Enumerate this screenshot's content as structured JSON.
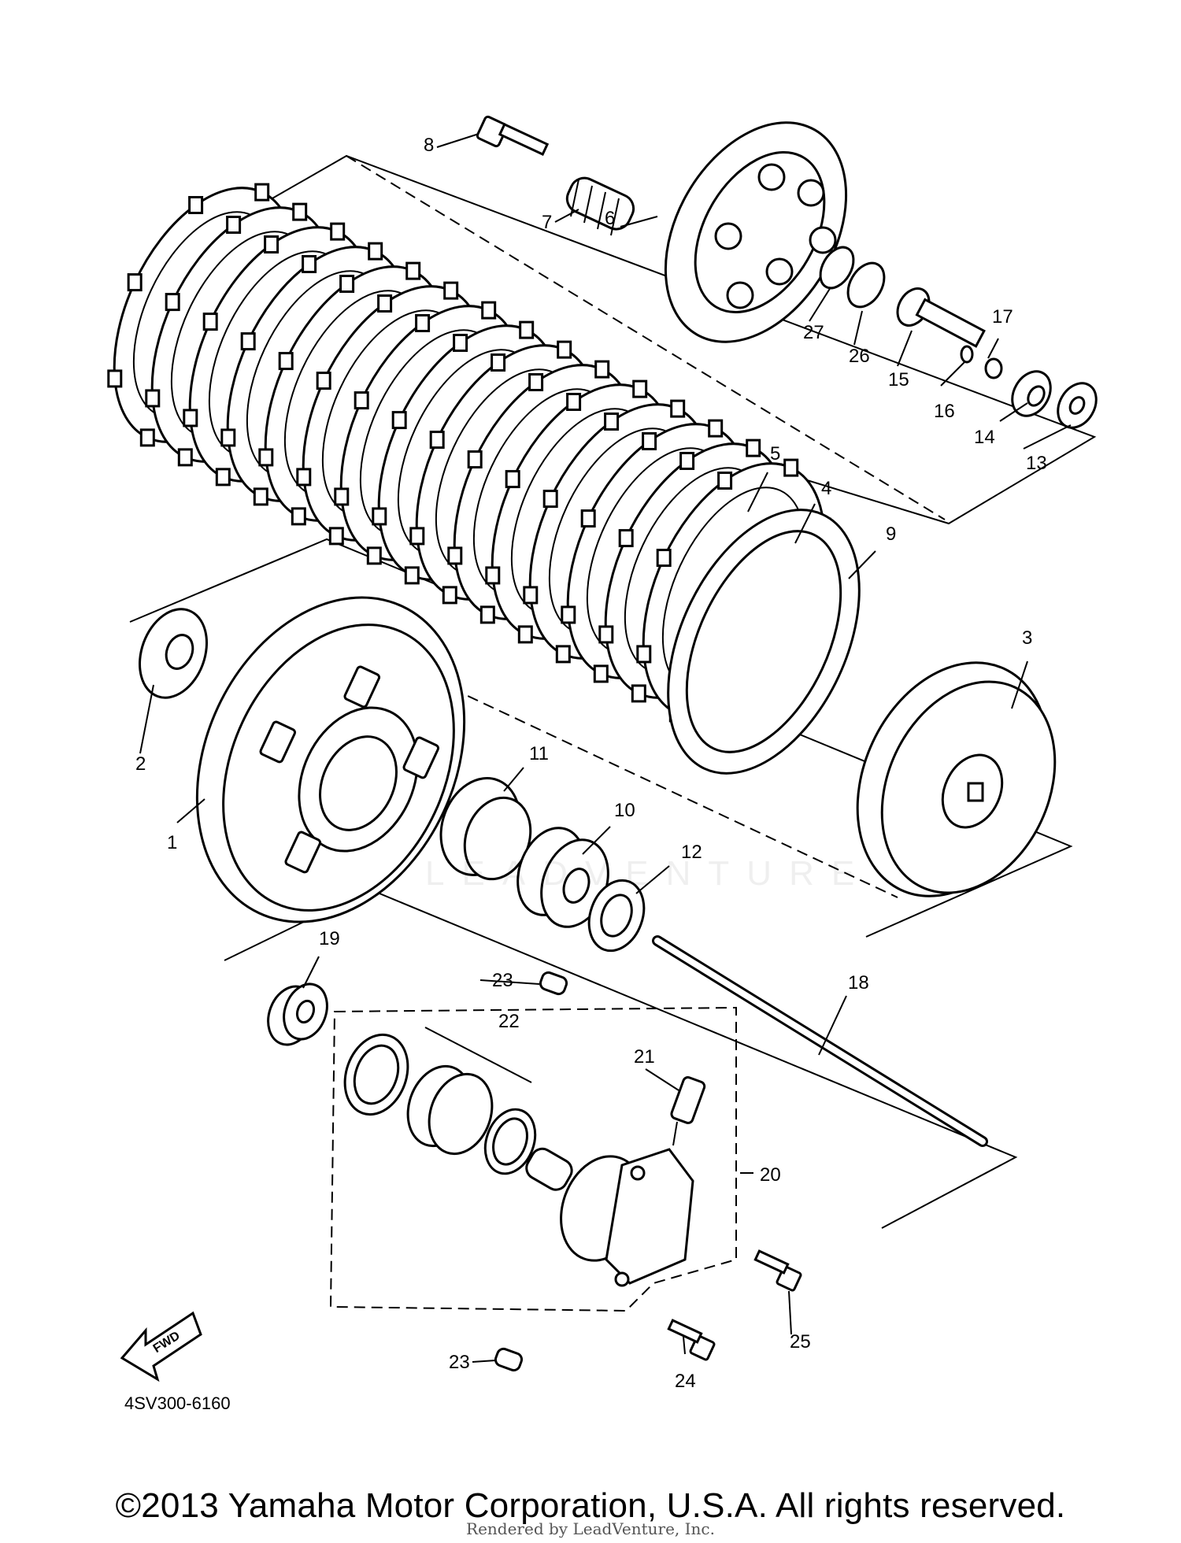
{
  "callouts": [
    {
      "n": "1"
    },
    {
      "n": "2"
    },
    {
      "n": "3"
    },
    {
      "n": "4"
    },
    {
      "n": "5"
    },
    {
      "n": "6"
    },
    {
      "n": "7"
    },
    {
      "n": "8"
    },
    {
      "n": "9"
    },
    {
      "n": "10"
    },
    {
      "n": "11"
    },
    {
      "n": "12"
    },
    {
      "n": "13"
    },
    {
      "n": "14"
    },
    {
      "n": "15"
    },
    {
      "n": "16"
    },
    {
      "n": "17"
    },
    {
      "n": "18"
    },
    {
      "n": "19"
    },
    {
      "n": "20"
    },
    {
      "n": "21"
    },
    {
      "n": "22"
    },
    {
      "n": "23"
    },
    {
      "n": "23"
    },
    {
      "n": "24"
    },
    {
      "n": "25"
    },
    {
      "n": "26"
    },
    {
      "n": "27"
    }
  ],
  "fwd_label": "FWD",
  "diagram_code": "4SV300-6160",
  "copyright": "©2013 Yamaha Motor Corporation, U.S.A. All rights reserved.",
  "rendered_by": "Rendered by LeadVenture, Inc.",
  "watermark": "LEADVENTURE"
}
